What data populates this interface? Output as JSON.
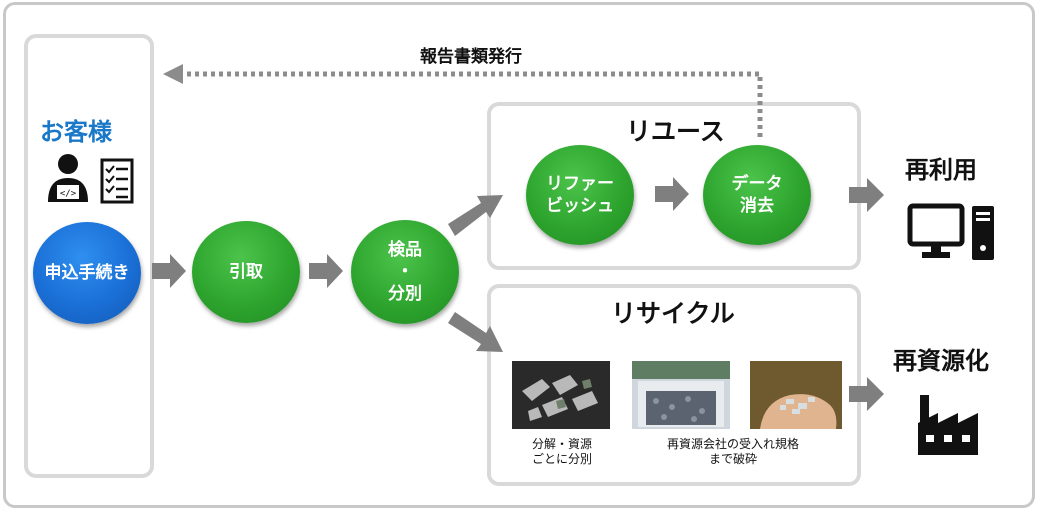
{
  "customer": {
    "title": "お客様",
    "procedure": "申込手続き"
  },
  "flow": {
    "pickup": "引取",
    "inspect_line1": "検品",
    "inspect_dot": "・",
    "inspect_line2": "分別",
    "report": "報告書類発行"
  },
  "reuse": {
    "title": "リユース",
    "refurbish_line1": "リファー",
    "refurbish_line2": "ビッシュ",
    "erase_line1": "データ",
    "erase_line2": "消去",
    "result": "再利用"
  },
  "recycle": {
    "title": "リサイクル",
    "caption1_line1": "分解・資源",
    "caption1_line2": "ごとに分別",
    "caption2_line1": "再資源会社の受入れ規格",
    "caption2_line2": "まで破砕",
    "result": "再資源化"
  },
  "icons": [
    "person-laptop-icon",
    "checklist-icon",
    "computer-icon",
    "factory-icon"
  ],
  "colors": {
    "green": "#2ea52e",
    "blue": "#1a6fd6",
    "title_blue": "#1a78c8",
    "arrow_gray": "#7f7f7f"
  }
}
